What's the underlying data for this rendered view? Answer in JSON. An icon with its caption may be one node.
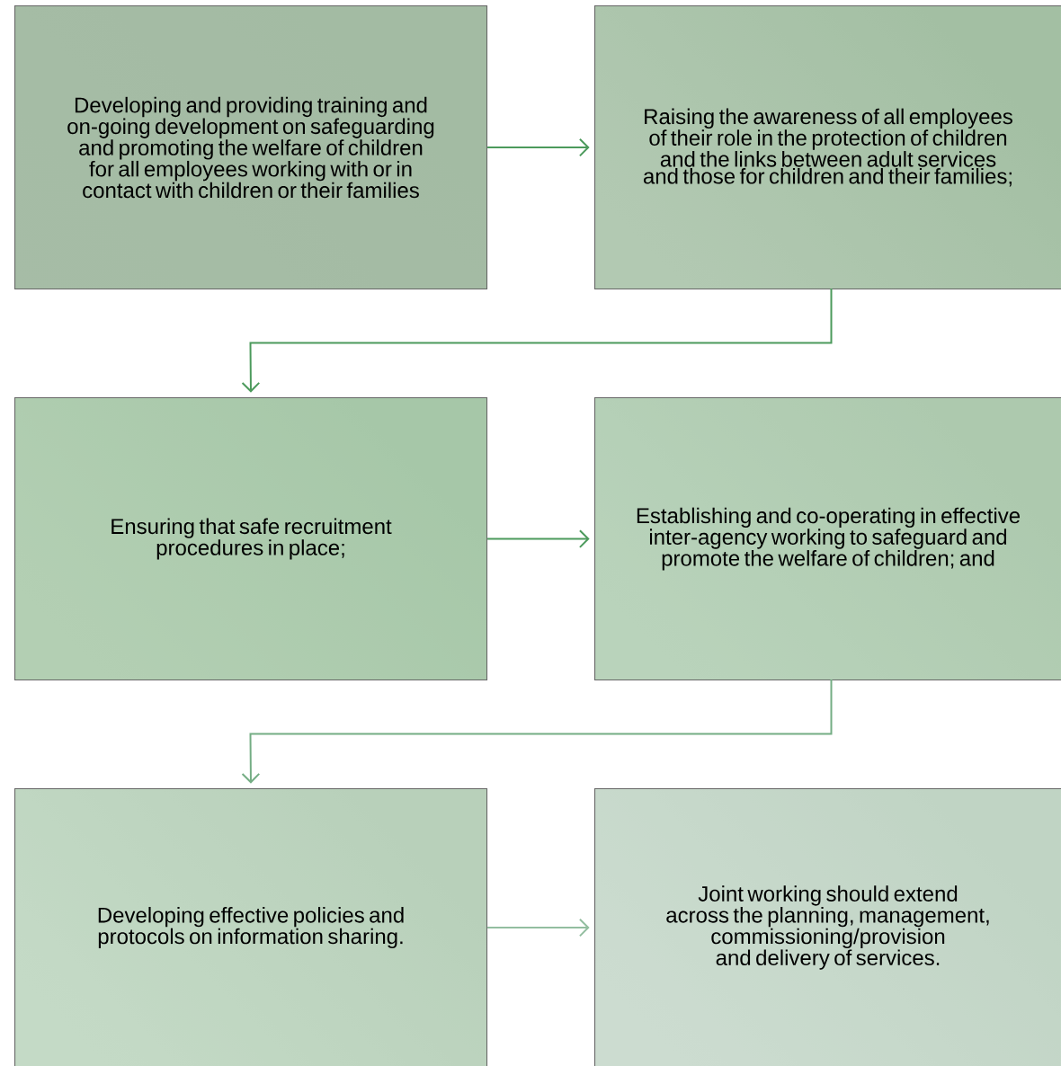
{
  "diagram": {
    "nodes": [
      {
        "text": [
          "Developing and providing training and on-going development on safeguarding and promoting the welfare of children for all employees working with or in contact with children or their families"
        ]
      },
      {
        "text": [
          "Raising the awareness of all employees of their role in the protection of children and the links between adult services and those for children and their families;"
        ]
      },
      {
        "text": [
          "Ensuring that safe recruitment procedures in place;"
        ]
      },
      {
        "text": [
          "Establishing and co-operating in effective inter-agency working to safeguard and promote the welfare of children; and"
        ]
      },
      {
        "text": [
          "Developing effective policies and protocols on information sharing."
        ]
      },
      {
        "text": [
          "Joint working should extend across the planning, management, commissioning/provision and delivery of services."
        ]
      }
    ],
    "edges": [
      {
        "from": 0,
        "to": 1,
        "arrow": "to"
      },
      {
        "from": 1,
        "to": 2,
        "arrow": "to"
      },
      {
        "from": 2,
        "to": 3,
        "arrow": "to"
      },
      {
        "from": 3,
        "to": 4,
        "arrow": "to",
        "color": "#74ad84"
      },
      {
        "from": 4,
        "to": 5,
        "arrow": "to",
        "color": "#93bea0"
      }
    ]
  }
}
